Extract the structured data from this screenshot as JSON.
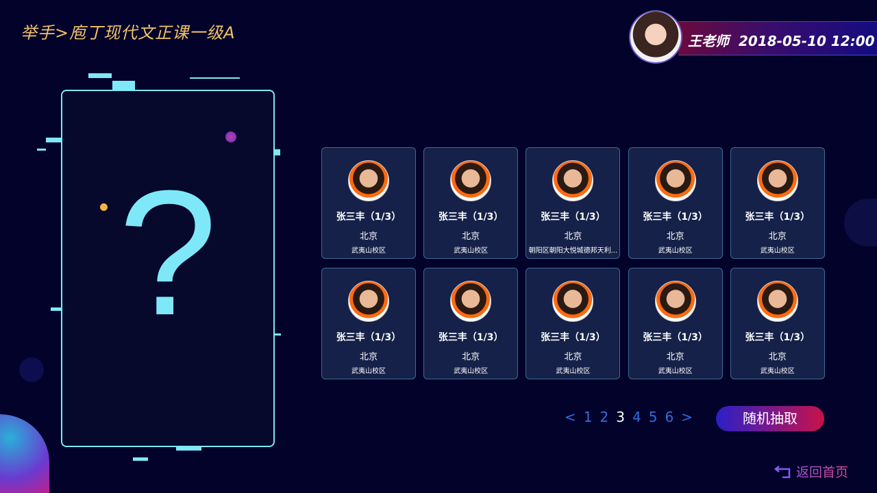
{
  "header": {
    "breadcrumb": "举手>庖丁现代文正课一级A",
    "teacher_name": "王老师",
    "datetime": "2018-05-10 12:00"
  },
  "placeholder": {
    "symbol": "?"
  },
  "students": [
    {
      "name": "张三丰（1/3）",
      "city": "北京",
      "campus": "武夷山校区"
    },
    {
      "name": "张三丰（1/3）",
      "city": "北京",
      "campus": "武夷山校区"
    },
    {
      "name": "张三丰（1/3）",
      "city": "北京",
      "campus": "朝阳区朝阳大悦城德邦天利..."
    },
    {
      "name": "张三丰（1/3）",
      "city": "北京",
      "campus": "武夷山校区"
    },
    {
      "name": "张三丰（1/3）",
      "city": "北京",
      "campus": "武夷山校区"
    },
    {
      "name": "张三丰（1/3）",
      "city": "北京",
      "campus": "武夷山校区"
    },
    {
      "name": "张三丰（1/3）",
      "city": "北京",
      "campus": "武夷山校区"
    },
    {
      "name": "张三丰（1/3）",
      "city": "北京",
      "campus": "武夷山校区"
    },
    {
      "name": "张三丰（1/3）",
      "city": "北京",
      "campus": "武夷山校区"
    },
    {
      "name": "张三丰（1/3）",
      "city": "北京",
      "campus": "武夷山校区"
    }
  ],
  "pagination": {
    "prev": "<",
    "next": ">",
    "pages": [
      "1",
      "2",
      "3",
      "4",
      "5",
      "6"
    ],
    "current": "3"
  },
  "actions": {
    "random_pick": "随机抽取",
    "back_home": "返回首页"
  },
  "colors": {
    "accent": "#7fe8f8",
    "title": "#f3c46a",
    "page_link": "#2f6fe0"
  }
}
